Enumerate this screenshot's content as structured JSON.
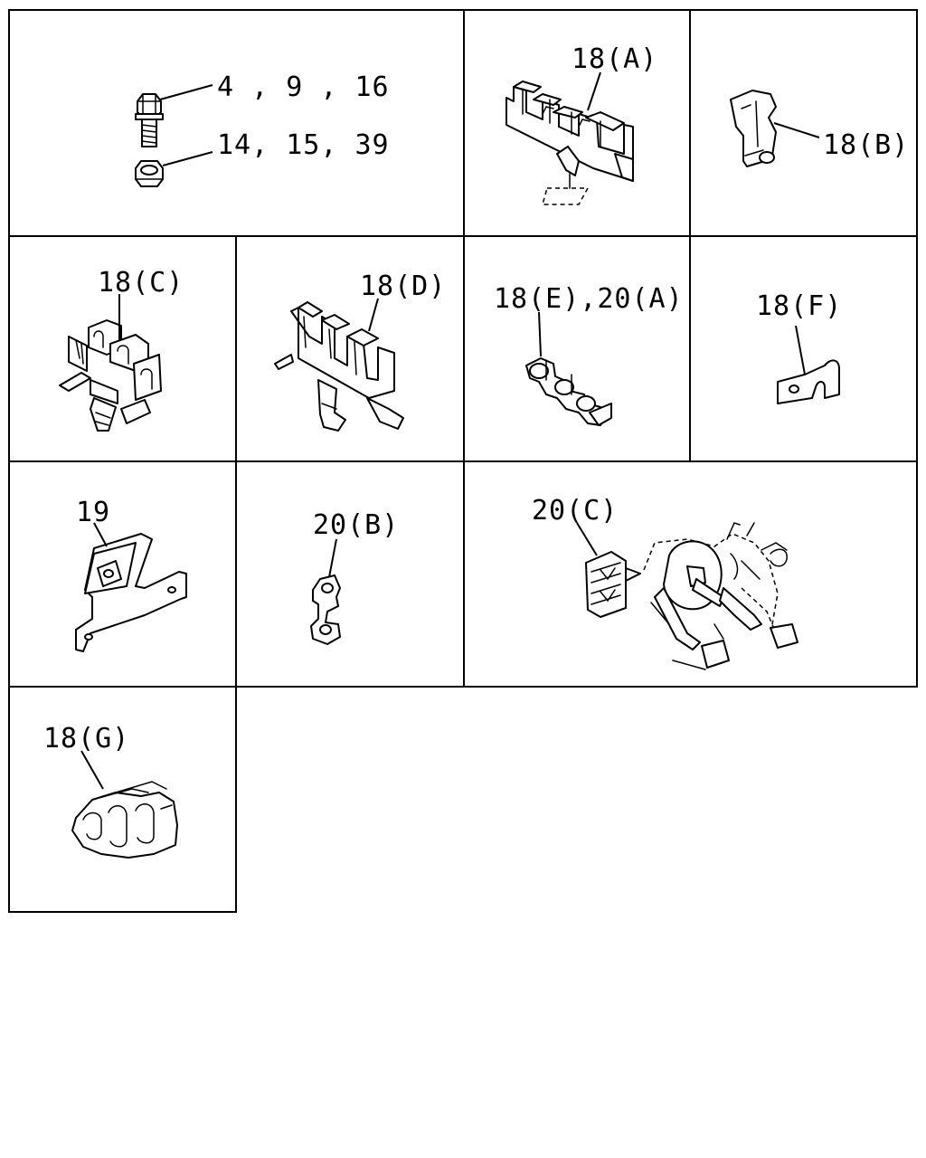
{
  "labels": {
    "bolts": "4 , 9 , 16",
    "nuts": "14, 15, 39",
    "clip_18a": "18(A)",
    "clip_18b": "18(B)",
    "clip_18c": "18(C)",
    "clip_18d": "18(D)",
    "clip_18e_20a": "18(E),20(A)",
    "clip_18f": "18(F)",
    "bracket_19": "19",
    "clip_20b": "20(B)",
    "clip_20c": "20(C)",
    "clip_18g": "18(G)"
  }
}
